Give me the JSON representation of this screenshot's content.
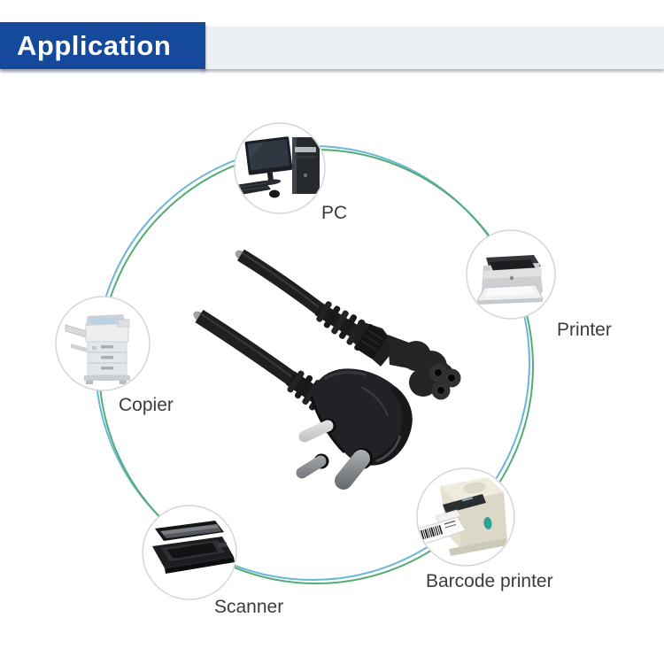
{
  "banner": {
    "title": "Application",
    "background_color": "#14499c",
    "tray_color": "#edf0f3",
    "text_color": "#ffffff"
  },
  "diagram": {
    "ring": {
      "outer_color": "#68b7d3",
      "inner_color": "#55ab74"
    },
    "node_circle_border": "#d3d6d8",
    "label_color": "#3b3b3b",
    "center_product": {
      "icon": "power-cord-image",
      "cable_color": "#1d1f21"
    },
    "items": [
      {
        "id": "pc",
        "label": "PC"
      },
      {
        "id": "printer",
        "label": "Printer"
      },
      {
        "id": "copier",
        "label": "Copier"
      },
      {
        "id": "scanner",
        "label": "Scanner"
      },
      {
        "id": "barcode_printer",
        "label": "Barcode printer"
      }
    ]
  }
}
